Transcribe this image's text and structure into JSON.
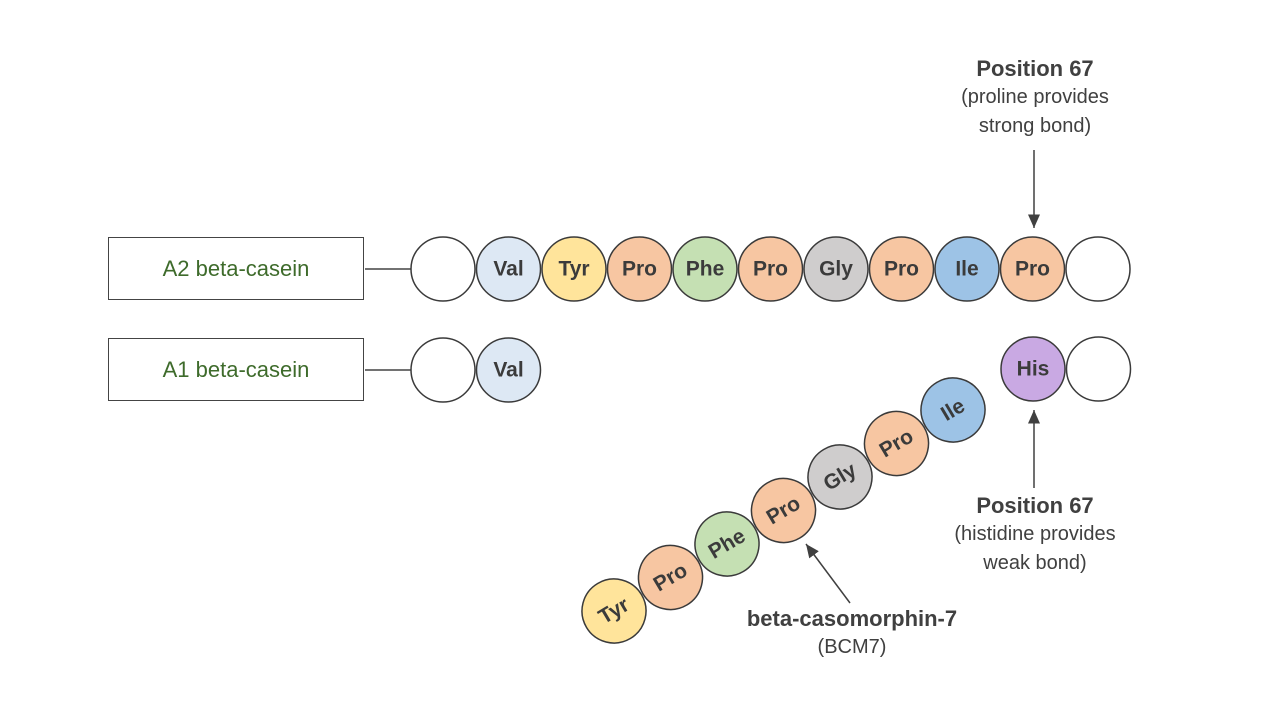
{
  "rows": {
    "a2": {
      "label": "A2 beta-casein"
    },
    "a1": {
      "label": "A1 beta-casein"
    }
  },
  "a2_chain": [
    {
      "name": "",
      "color": "#ffffff"
    },
    {
      "name": "Val",
      "color": "#dde8f4"
    },
    {
      "name": "Tyr",
      "color": "#ffe49b"
    },
    {
      "name": "Pro",
      "color": "#f7c6a2"
    },
    {
      "name": "Phe",
      "color": "#c5e0b3"
    },
    {
      "name": "Pro",
      "color": "#f7c6a2"
    },
    {
      "name": "Gly",
      "color": "#cfcdcd"
    },
    {
      "name": "Pro",
      "color": "#f7c6a2"
    },
    {
      "name": "Ile",
      "color": "#9dc3e6"
    },
    {
      "name": "Pro",
      "color": "#f7c6a2"
    },
    {
      "name": "",
      "color": "#ffffff"
    }
  ],
  "a1_chain_left": [
    {
      "name": "",
      "color": "#ffffff"
    },
    {
      "name": "Val",
      "color": "#dde8f4"
    }
  ],
  "a1_chain_right": [
    {
      "name": "His",
      "color": "#c9a9e3"
    },
    {
      "name": "",
      "color": "#ffffff"
    }
  ],
  "bcm7_chain": [
    {
      "name": "Tyr",
      "color": "#ffe49b"
    },
    {
      "name": "Pro",
      "color": "#f7c6a2"
    },
    {
      "name": "Phe",
      "color": "#c5e0b3"
    },
    {
      "name": "Pro",
      "color": "#f7c6a2"
    },
    {
      "name": "Gly",
      "color": "#cfcdcd"
    },
    {
      "name": "Pro",
      "color": "#f7c6a2"
    },
    {
      "name": "Ile",
      "color": "#9dc3e6"
    }
  ],
  "annotations": {
    "a2_position": {
      "title": "Position 67",
      "line1": "(proline provides",
      "line2": "strong bond)"
    },
    "a1_position": {
      "title": "Position 67",
      "line1": "(histidine provides",
      "line2": "weak bond)"
    },
    "bcm7": {
      "title": "beta-casomorphin-7",
      "subtitle": "(BCM7)"
    }
  }
}
